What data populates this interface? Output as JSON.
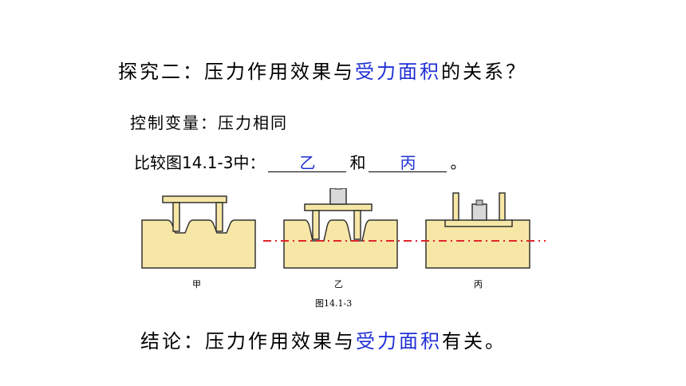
{
  "title": {
    "prefix": "探究二：压力作用效果与",
    "highlight": "受力面积",
    "suffix": "的关系？"
  },
  "control": "控制变量：压力相同",
  "compare": {
    "prefix": "比较图14.1-3中：",
    "answer1": "乙",
    "connector": "和",
    "answer2": "丙",
    "end": "。"
  },
  "figure": {
    "labels": [
      "甲",
      "乙",
      "丙"
    ],
    "caption": "图14.1-3",
    "colors": {
      "foam": "#f7e7a6",
      "outline": "#333333",
      "dash": "#e0262b"
    }
  },
  "conclusion": {
    "prefix": "结论：压力作用效果与",
    "highlight": "受力面积",
    "suffix": "有关。"
  }
}
